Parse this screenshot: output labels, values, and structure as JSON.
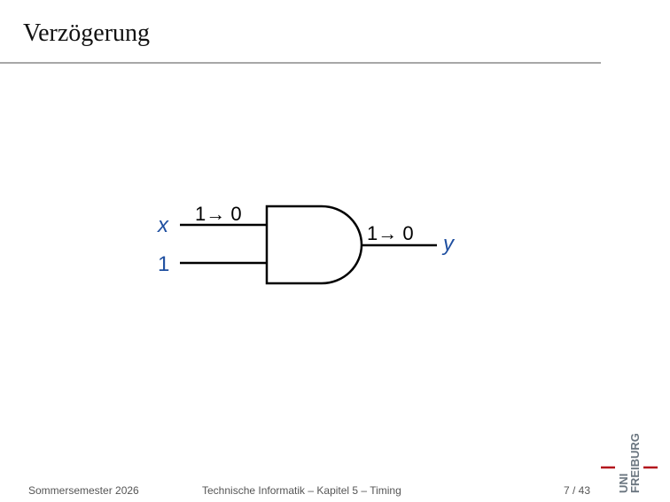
{
  "slide": {
    "title": "Verzögerung"
  },
  "diagram": {
    "gate": "and-gate",
    "input_x_name": "x",
    "input_x_transition": "1→ 0",
    "input_two_value": "1",
    "output_transition": "1→ 0",
    "output_name": "y",
    "colors": {
      "variable": "#1f4fa0",
      "wire": "#000000"
    }
  },
  "footer": {
    "semester": "Sommersemester 2026",
    "course": "Technische Informatik – Kapitel 5 – Timing",
    "page": "7 / 43"
  },
  "logo": {
    "line1": "UNI",
    "line2": "FREIBURG",
    "colors": {
      "text": "#6b7680",
      "accent": "#b3121c"
    }
  }
}
